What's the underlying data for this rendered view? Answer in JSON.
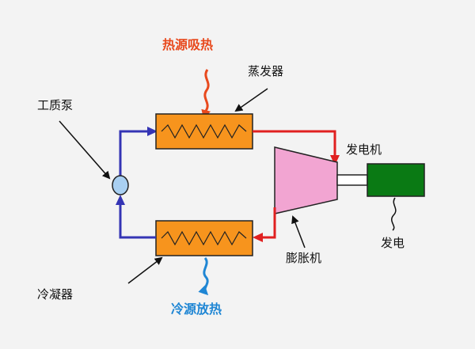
{
  "labels": {
    "heat_source": "热源吸热",
    "evaporator": "蒸发器",
    "pump": "工质泵",
    "generator": "发电机",
    "expander": "膨胀机",
    "power": "发电",
    "condenser": "冷凝器",
    "cold_source": "冷源放热"
  },
  "colors": {
    "background": "#f3f3f3",
    "heat_exchanger_fill": "#f7941d",
    "zigzag": "#222222",
    "hot_pipe": "#e02020",
    "cold_pipe": "#3434b4",
    "expander_fill": "#f2a5d2",
    "generator_fill": "#0a7a14",
    "pump_fill": "#a9d0f2",
    "heat_source_text": "#e8491d",
    "cold_source_text": "#1f86d4"
  }
}
